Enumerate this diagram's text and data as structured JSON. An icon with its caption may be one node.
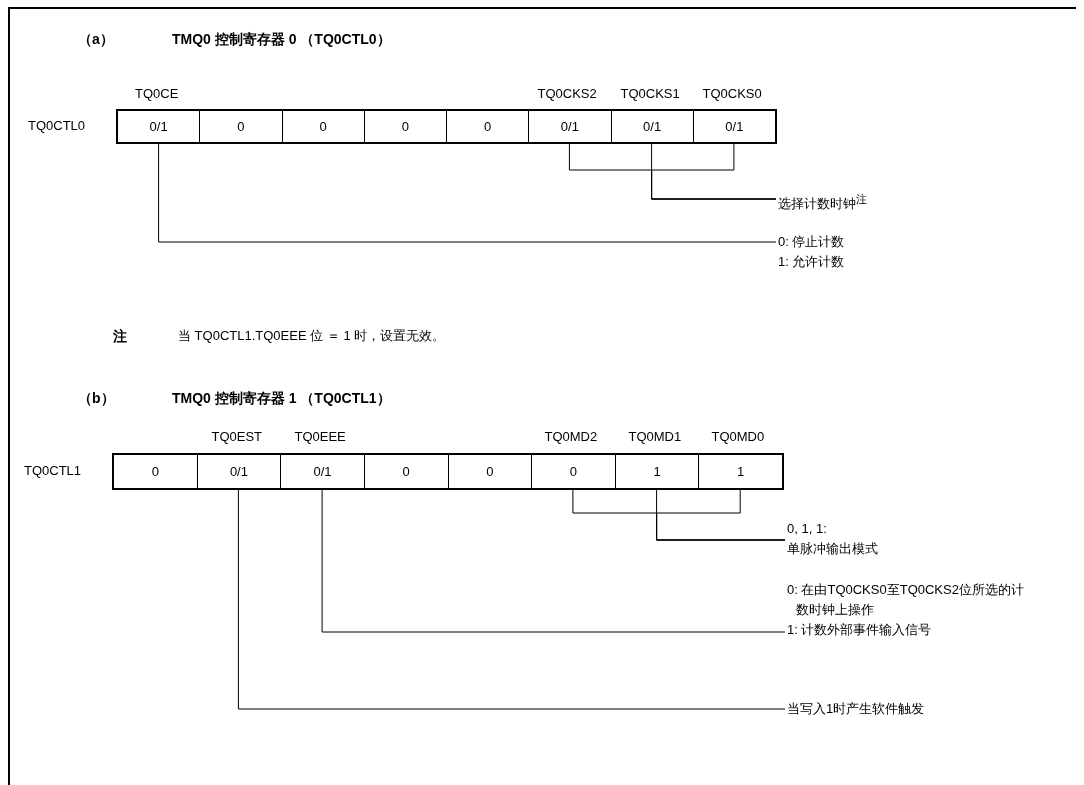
{
  "diagram": {
    "nodes": [
      {
        "text": [
          "TQ0CTL0"
        ]
      },
      {
        "text": [
          "0/1"
        ],
        "in": 0,
        "beside": [
          "TQ0CE"
        ]
      },
      {
        "text": [
          "0"
        ],
        "in": 0
      },
      {
        "text": [
          "0"
        ],
        "in": 0
      },
      {
        "text": [
          "0"
        ],
        "in": 0
      },
      {
        "text": [
          "0"
        ],
        "in": 0
      },
      {
        "text": [
          "0/1"
        ],
        "in": 0,
        "beside": [
          "TQ0CKS2"
        ]
      },
      {
        "text": [
          "0/1"
        ],
        "in": 0,
        "beside": [
          "TQ0CKS1"
        ]
      },
      {
        "text": [
          "0/1"
        ],
        "in": 0,
        "beside": [
          "TQ0CKS0"
        ]
      },
      {
        "text": [
          "选择计数时钟$^{注}$"
        ]
      },
      {
        "text": [
          "0: 停止计数",
          "1: 允许计数"
        ]
      },
      {
        "text": [
          "TQ0CTL1"
        ]
      },
      {
        "text": [
          "0"
        ],
        "in": 11
      },
      {
        "text": [
          "0/1"
        ],
        "in": 11,
        "beside": [
          "TQ0EST"
        ]
      },
      {
        "text": [
          "0/1"
        ],
        "in": 11,
        "beside": [
          "TQ0EEE"
        ]
      },
      {
        "text": [
          "0"
        ],
        "in": 11
      },
      {
        "text": [
          "0"
        ],
        "in": 11
      },
      {
        "text": [
          "0"
        ],
        "in": 11,
        "beside": [
          "TQ0MD2"
        ]
      },
      {
        "text": [
          "1"
        ],
        "in": 11,
        "beside": [
          "TQ0MD1"
        ]
      },
      {
        "text": [
          "1"
        ],
        "in": 11,
        "beside": [
          "TQ0MD0"
        ]
      },
      {
        "text": [
          "0, 1, 1:",
          "单脉冲输出模式"
        ]
      },
      {
        "text": [
          "0: 在由TQ0CKS0至TQ0CKS2位所选的计数时钟上操作",
          "1: 计数外部事件输入信号"
        ]
      },
      {
        "text": [
          "当写入1时产生软件触发"
        ]
      }
    ],
    "edges": [
      {
        "from": 6,
        "to": 9,
        "arrow": "none"
      },
      {
        "from": 7,
        "to": 9,
        "arrow": "none"
      },
      {
        "from": 8,
        "to": 9,
        "arrow": "none"
      },
      {
        "from": 1,
        "to": 10,
        "arrow": "none"
      },
      {
        "from": 17,
        "to": 20,
        "arrow": "none"
      },
      {
        "from": 18,
        "to": 20,
        "arrow": "none"
      },
      {
        "from": 19,
        "to": 20,
        "arrow": "none"
      },
      {
        "from": 14,
        "to": 21,
        "arrow": "none"
      },
      {
        "from": 13,
        "to": 22,
        "arrow": "none"
      }
    ],
    "labels": [
      "（a）",
      "TMQ0 控制寄存器 0 （TQ0CTL0）",
      "注",
      "当 TQ0CTL1.TQ0EEE 位 ＝ 1 时，设置无效。",
      "（b）",
      "TMQ0 控制寄存器 1 （TQ0CTL1）"
    ]
  }
}
